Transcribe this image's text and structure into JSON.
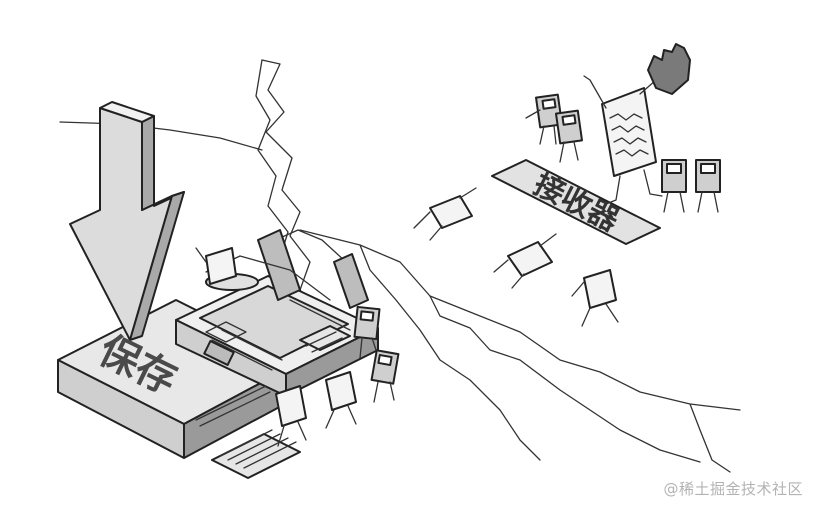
{
  "save_label": "保存",
  "receiver_label": "接收器",
  "watermark": "@稀土掘金技术社区",
  "colors": {
    "ink": "#222222",
    "light_gray": "#e8e8e8",
    "mid_gray": "#cfcfcf",
    "dark_gray": "#9a9a9a",
    "background": "#ffffff",
    "watermark": "#b3b3b3"
  },
  "icons": [
    "down-arrow-icon",
    "glove-icon",
    "floppy-disk-icon"
  ]
}
